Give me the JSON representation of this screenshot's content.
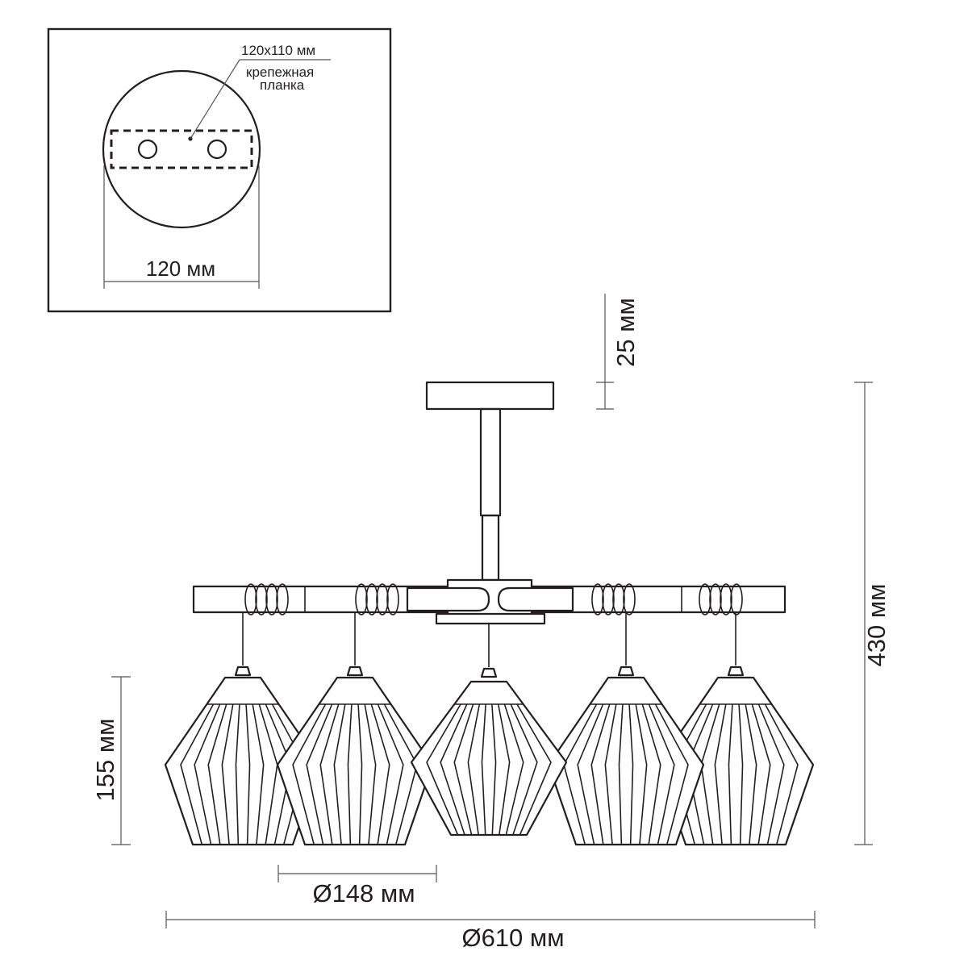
{
  "inset": {
    "plate_size": "120x110 мм",
    "plate_label_line1": "крепежная",
    "plate_label_line2": "планка",
    "base_diameter": "120 мм"
  },
  "dimensions": {
    "canopy_height": "25 мм",
    "total_height": "430 мм",
    "shade_height": "155 мм",
    "shade_diameter": "Ø148 мм",
    "total_diameter": "Ø610 мм"
  },
  "fixture": {
    "shade_count": 5,
    "line_color": "#231f20"
  }
}
